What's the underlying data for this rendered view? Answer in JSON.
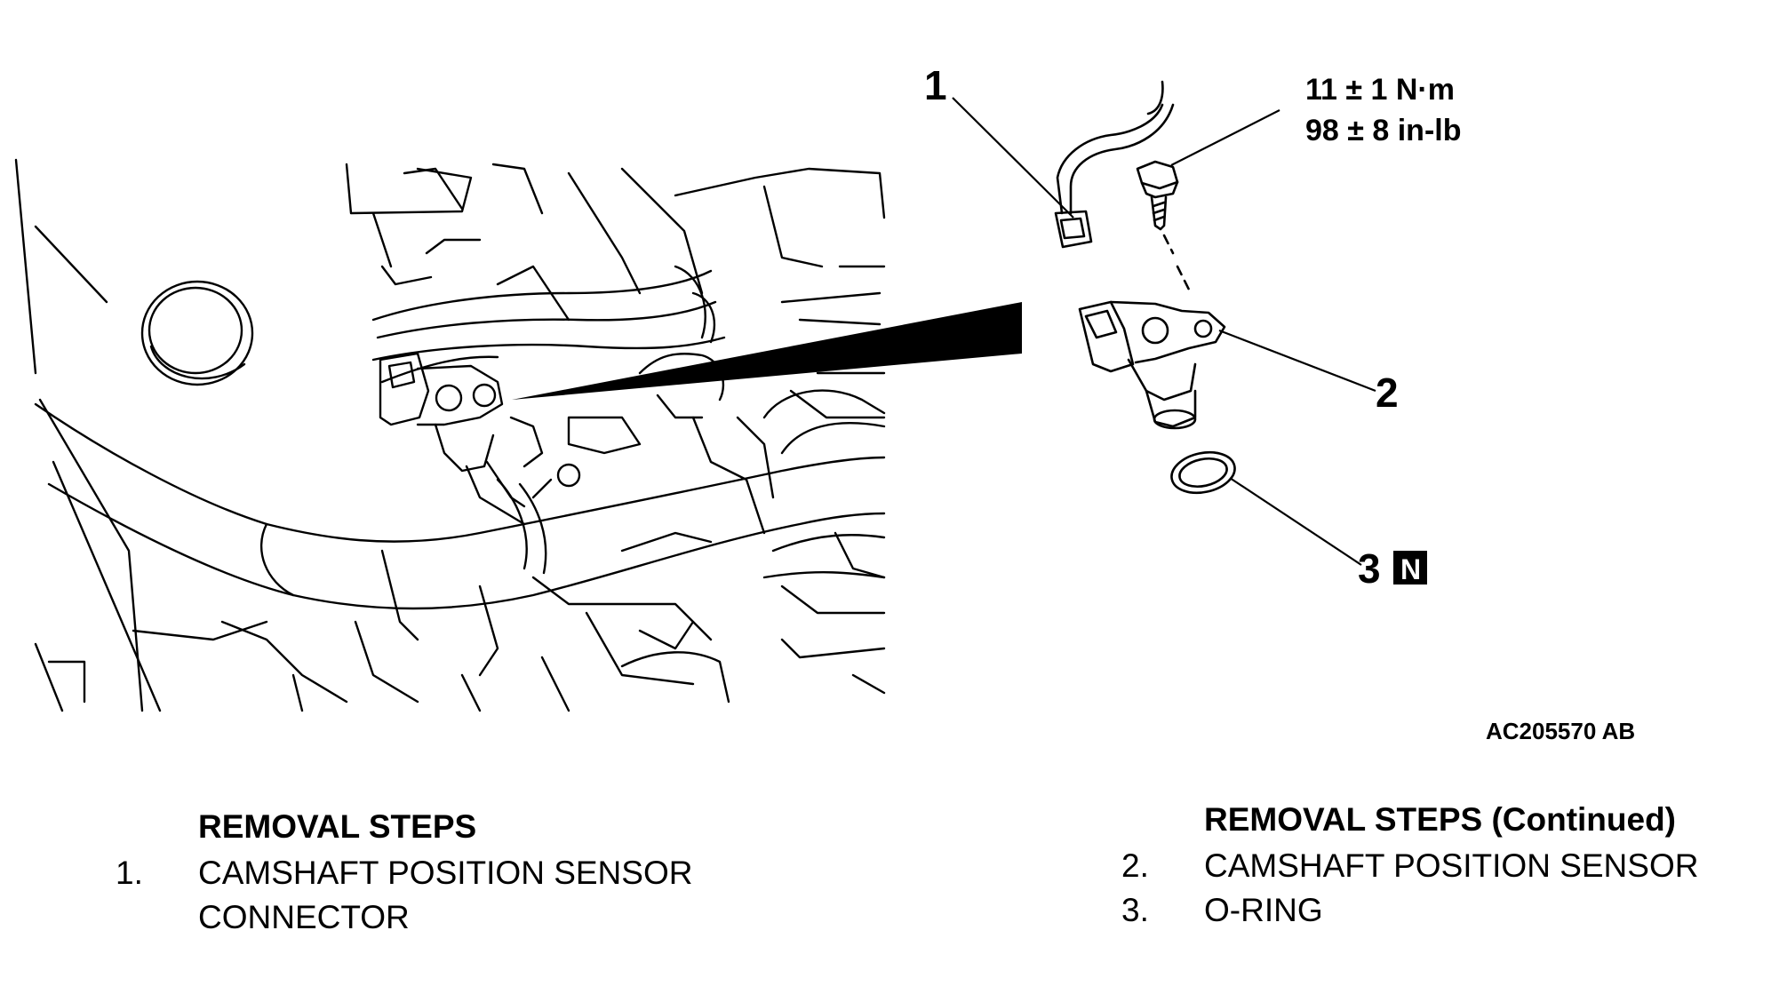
{
  "callouts": {
    "c1": "1",
    "c2": "2",
    "c3": "3",
    "new_part_badge": "N"
  },
  "torque": {
    "metric": "11 ± 1 N·m",
    "imperial": "98 ± 8 in-lb"
  },
  "figure_code": "AC205570 AB",
  "removal_steps_left": {
    "heading": "REMOVAL STEPS",
    "items": [
      {
        "num": "1.",
        "label": "CAMSHAFT POSITION SENSOR\nCONNECTOR"
      }
    ]
  },
  "removal_steps_right": {
    "heading": "REMOVAL STEPS (Continued)",
    "items": [
      {
        "num": "2.",
        "label": "CAMSHAFT POSITION SENSOR"
      },
      {
        "num": "3.",
        "label": "O-RING"
      }
    ]
  }
}
